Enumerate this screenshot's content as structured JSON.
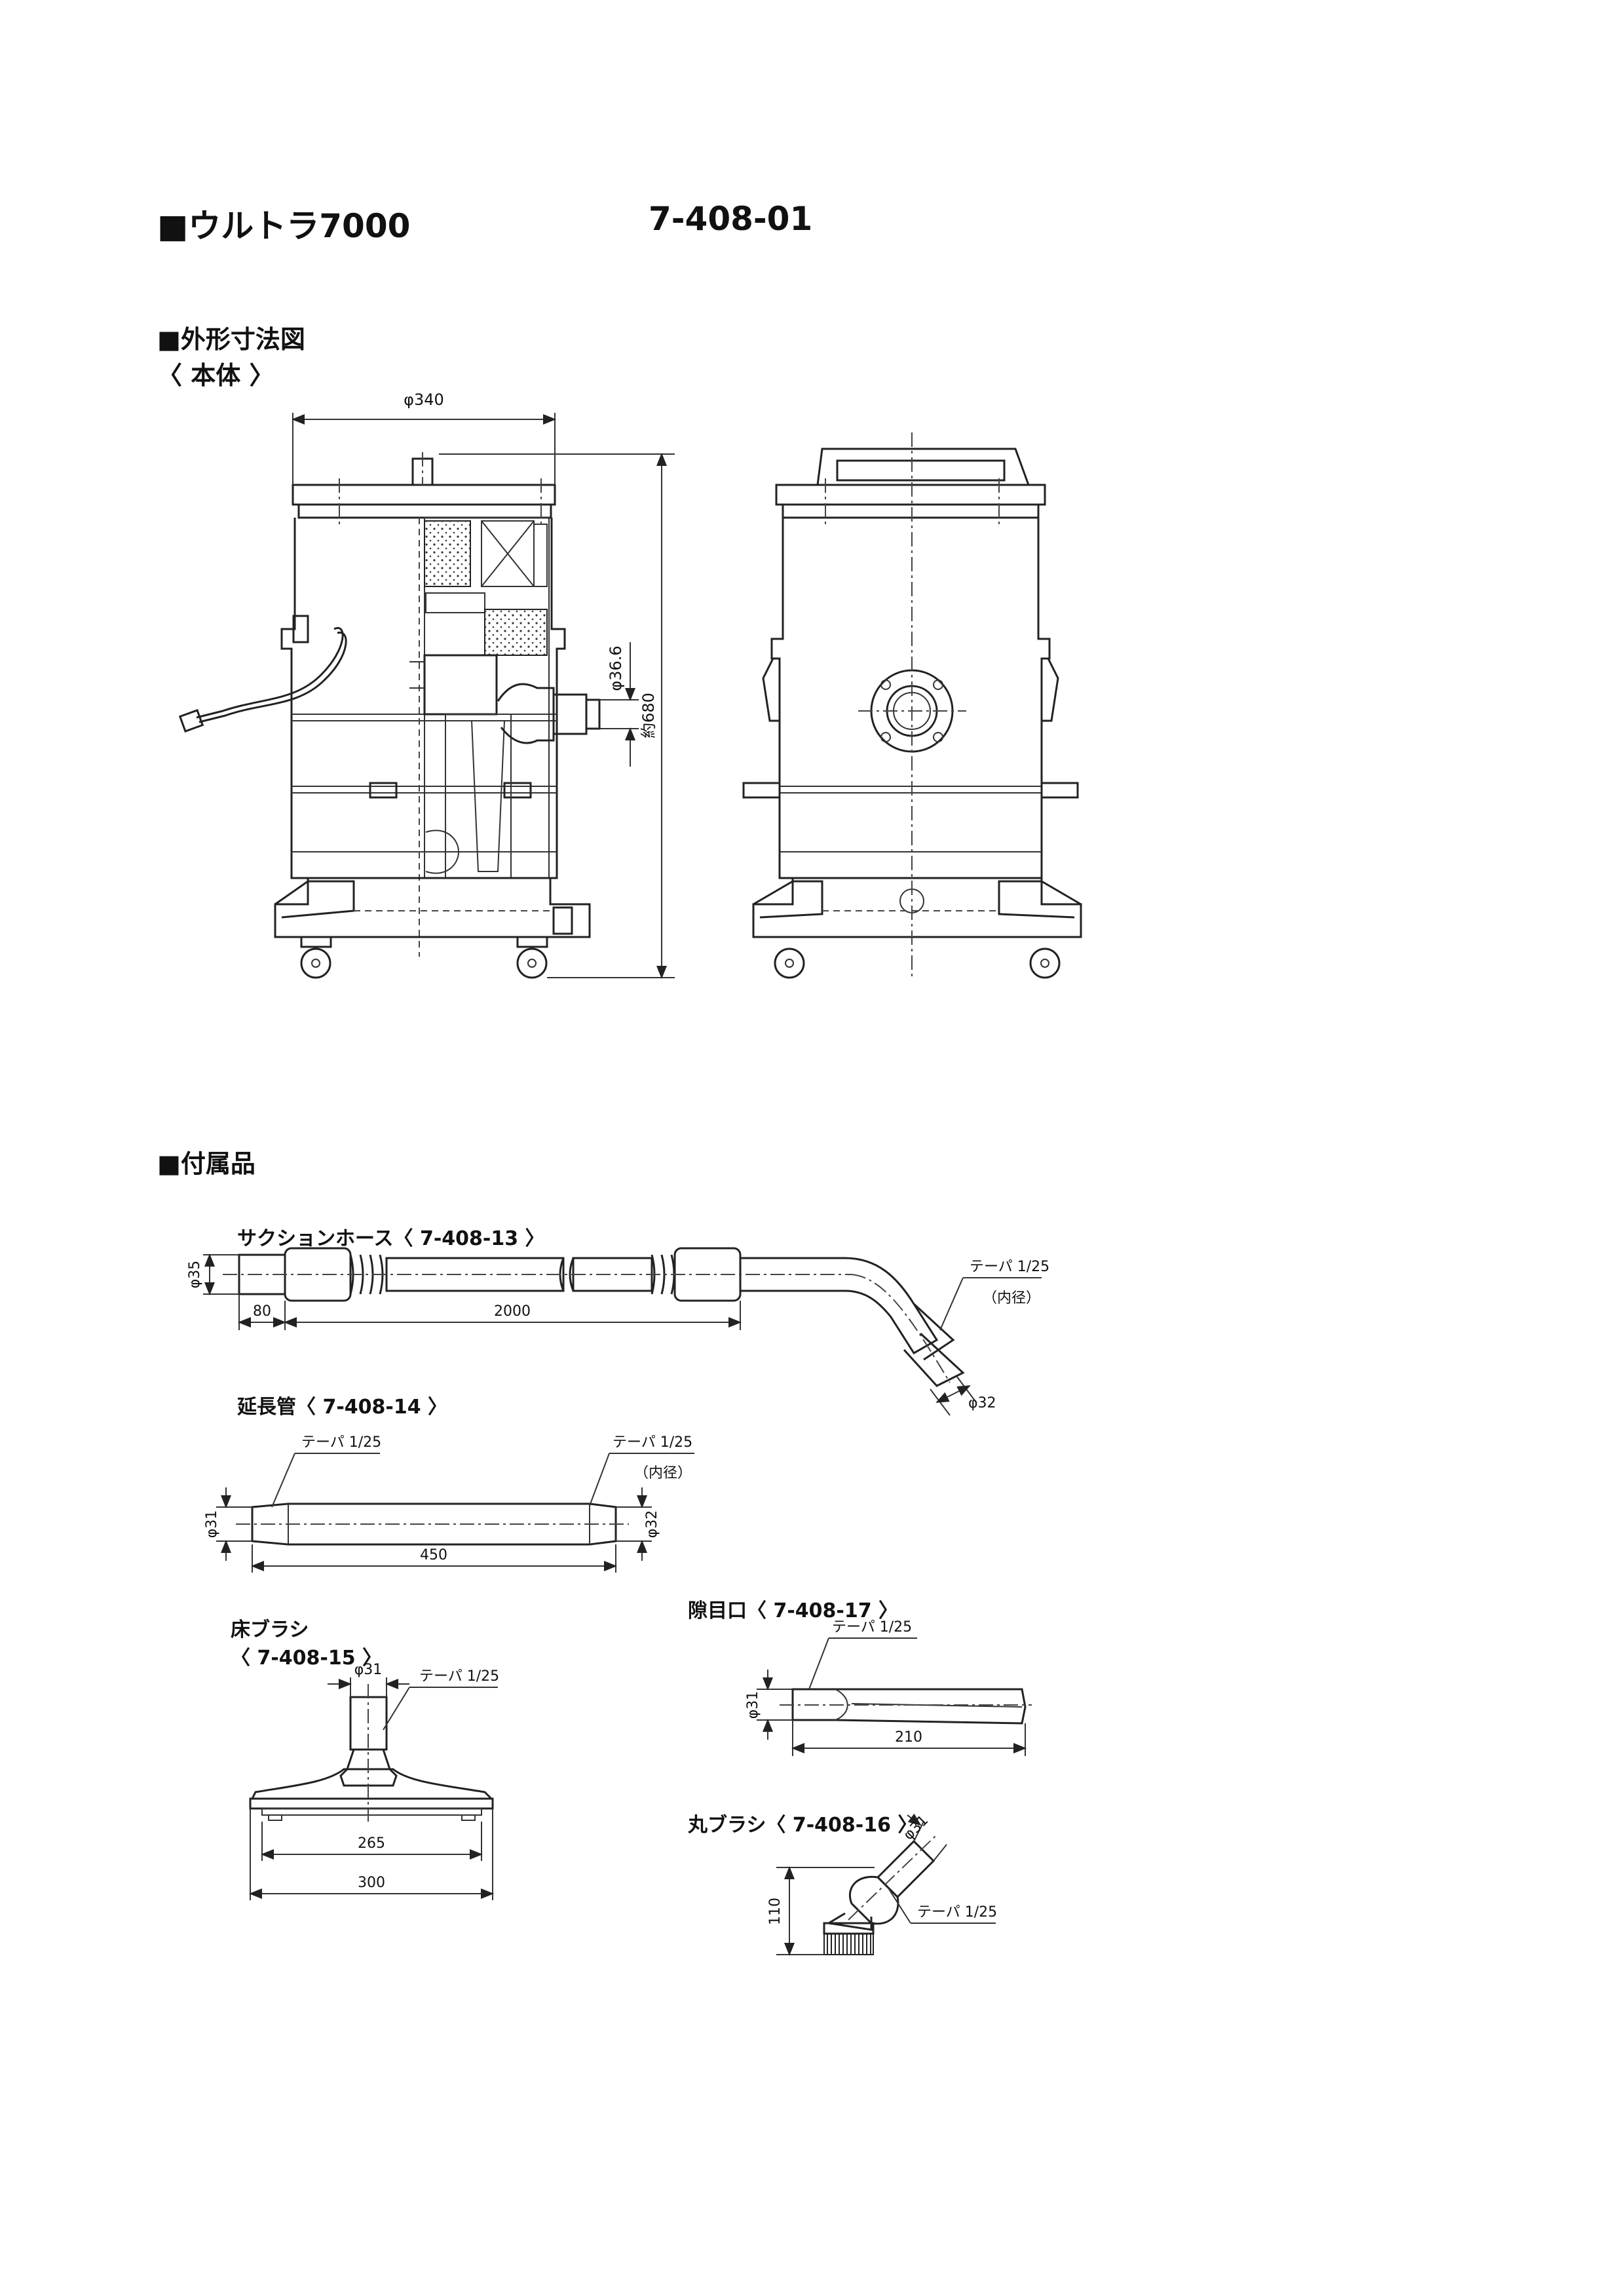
{
  "header": {
    "title": "■ウルトラ7000",
    "model_code": "7-408-01"
  },
  "outline": {
    "section_title": "■外形寸法図",
    "subtitle": "〈 本体 〉",
    "dims": {
      "diameter": "φ340",
      "height": "約680",
      "outlet": "φ36.6"
    }
  },
  "accessories": {
    "section_title": "■付属品",
    "hose": {
      "title": "サクションホース〈 7-408-13 〉",
      "dia": "φ35",
      "len_a": "80",
      "len_b": "2000",
      "taper": "テーパ 1/25",
      "taper_note": "（内径）",
      "end_dia": "φ32"
    },
    "pipe": {
      "title": "延長管〈 7-408-14 〉",
      "dia_left": "φ31",
      "dia_right": "φ32",
      "length": "450",
      "taper_left": "テーパ 1/25",
      "taper_right": "テーパ 1/25",
      "taper_note": "（内径）"
    },
    "floor_brush": {
      "title_line1": "床ブラシ",
      "title_line2": "〈 7-408-15 〉",
      "dia": "φ31",
      "taper": "テーパ 1/25",
      "width_inner": "265",
      "width_outer": "300"
    },
    "crevice": {
      "title": "隙目口〈 7-408-17 〉",
      "taper": "テーパ 1/25",
      "dia": "φ31",
      "length": "210"
    },
    "round_brush": {
      "title": "丸ブラシ〈 7-408-16 〉",
      "dia": "φ31",
      "height": "110",
      "taper": "テーパ 1/25"
    }
  }
}
